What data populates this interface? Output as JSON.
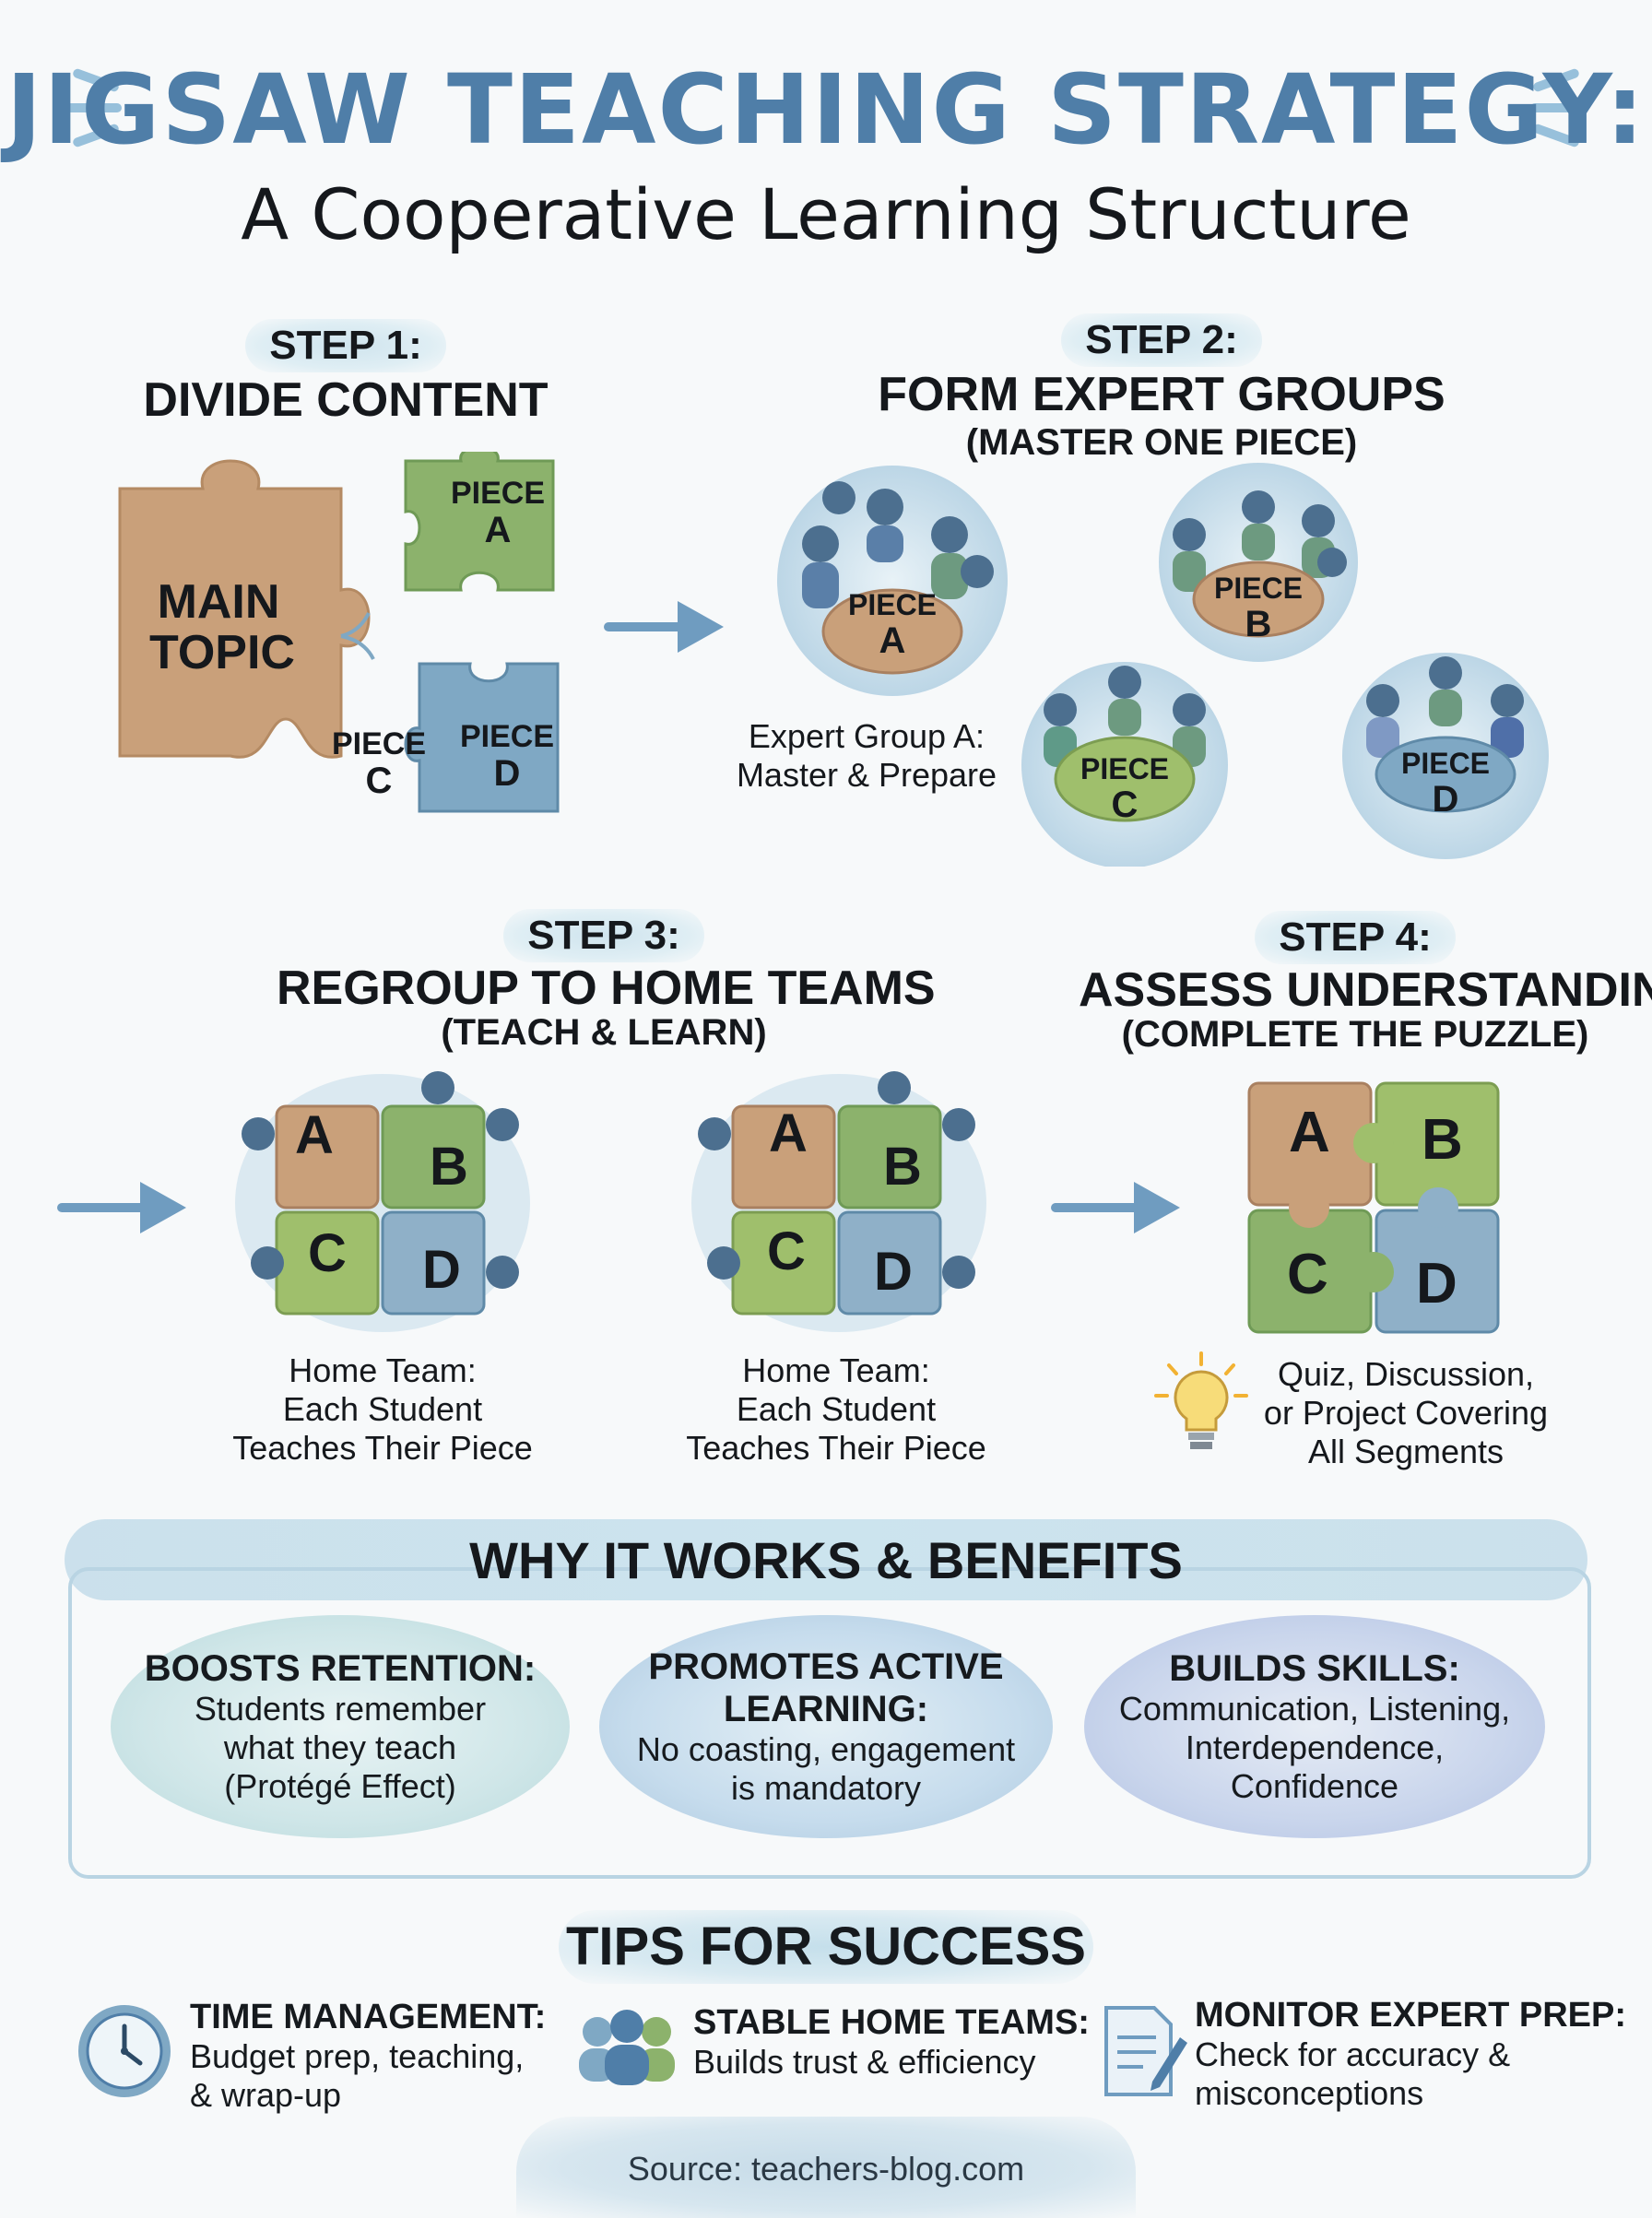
{
  "title": {
    "main": "JIGSAW TEACHING STRATEGY:",
    "subtitle": "A Cooperative Learning Structure"
  },
  "step1": {
    "badge": "STEP 1:",
    "title": "DIVIDE CONTENT",
    "main_piece": [
      "MAIN",
      "TOPIC"
    ],
    "piece_a": [
      "PIECE",
      "A"
    ],
    "piece_c": [
      "PIECE",
      "C"
    ],
    "piece_d": [
      "PIECE",
      "D"
    ]
  },
  "step2": {
    "badge": "STEP 2:",
    "title": "FORM EXPERT GROUPS",
    "subtitle": "(MASTER ONE PIECE)",
    "groups": [
      {
        "piece": "PIECE",
        "letter": "A"
      },
      {
        "piece": "PIECE",
        "letter": "B"
      },
      {
        "piece": "PIECE",
        "letter": "C"
      },
      {
        "piece": "PIECE",
        "letter": "D"
      }
    ],
    "caption": [
      "Expert Group A:",
      "Master & Prepare"
    ]
  },
  "step3": {
    "badge": "STEP 3:",
    "title": "REGROUP TO HOME TEAMS",
    "subtitle": "(TEACH & LEARN)",
    "letters": [
      "A",
      "B",
      "C",
      "D"
    ],
    "caption": [
      "Home Team:",
      "Each Student",
      "Teaches Their Piece"
    ]
  },
  "step4": {
    "badge": "STEP 4:",
    "title": "ASSESS UNDERSTANDING",
    "subtitle": "(COMPLETE THE PUZZLE)",
    "letters": [
      "A",
      "B",
      "C",
      "D"
    ],
    "caption": [
      "Quiz, Discussion,",
      "or Project Covering",
      "All Segments"
    ]
  },
  "benefits": {
    "title": "WHY IT WORKS & BENEFITS",
    "items": [
      {
        "head": [
          "BOOSTS RETENTION:"
        ],
        "body": [
          "Students remember",
          "what they teach",
          "(Protégé Effect)"
        ]
      },
      {
        "head": [
          "PROMOTES ACTIVE",
          "LEARNING:"
        ],
        "body": [
          "No coasting, engagement",
          "is mandatory"
        ]
      },
      {
        "head": [
          "BUILDS SKILLS:"
        ],
        "body": [
          "Communication, Listening,",
          "Interdependence,",
          "Confidence"
        ]
      }
    ]
  },
  "tips": {
    "title": "TIPS FOR SUCCESS",
    "items": [
      {
        "icon": "clock-icon",
        "head": "TIME MANAGEMENT:",
        "body": [
          "Budget prep, teaching,",
          "& wrap-up"
        ]
      },
      {
        "icon": "people-icon",
        "head": "STABLE HOME TEAMS:",
        "body": [
          "Builds trust & efficiency"
        ]
      },
      {
        "icon": "document-pen-icon",
        "head": "MONITOR EXPERT PREP:",
        "body": [
          "Check for accuracy &",
          "misconceptions"
        ]
      }
    ]
  },
  "footer": "Source: teachers-blog.com",
  "colors": {
    "title_blue": "#4f7ea8",
    "tan": "#c9a37a",
    "green": "#8cb26c",
    "blue": "#7fa8c4",
    "sage": "#9fbf86"
  }
}
